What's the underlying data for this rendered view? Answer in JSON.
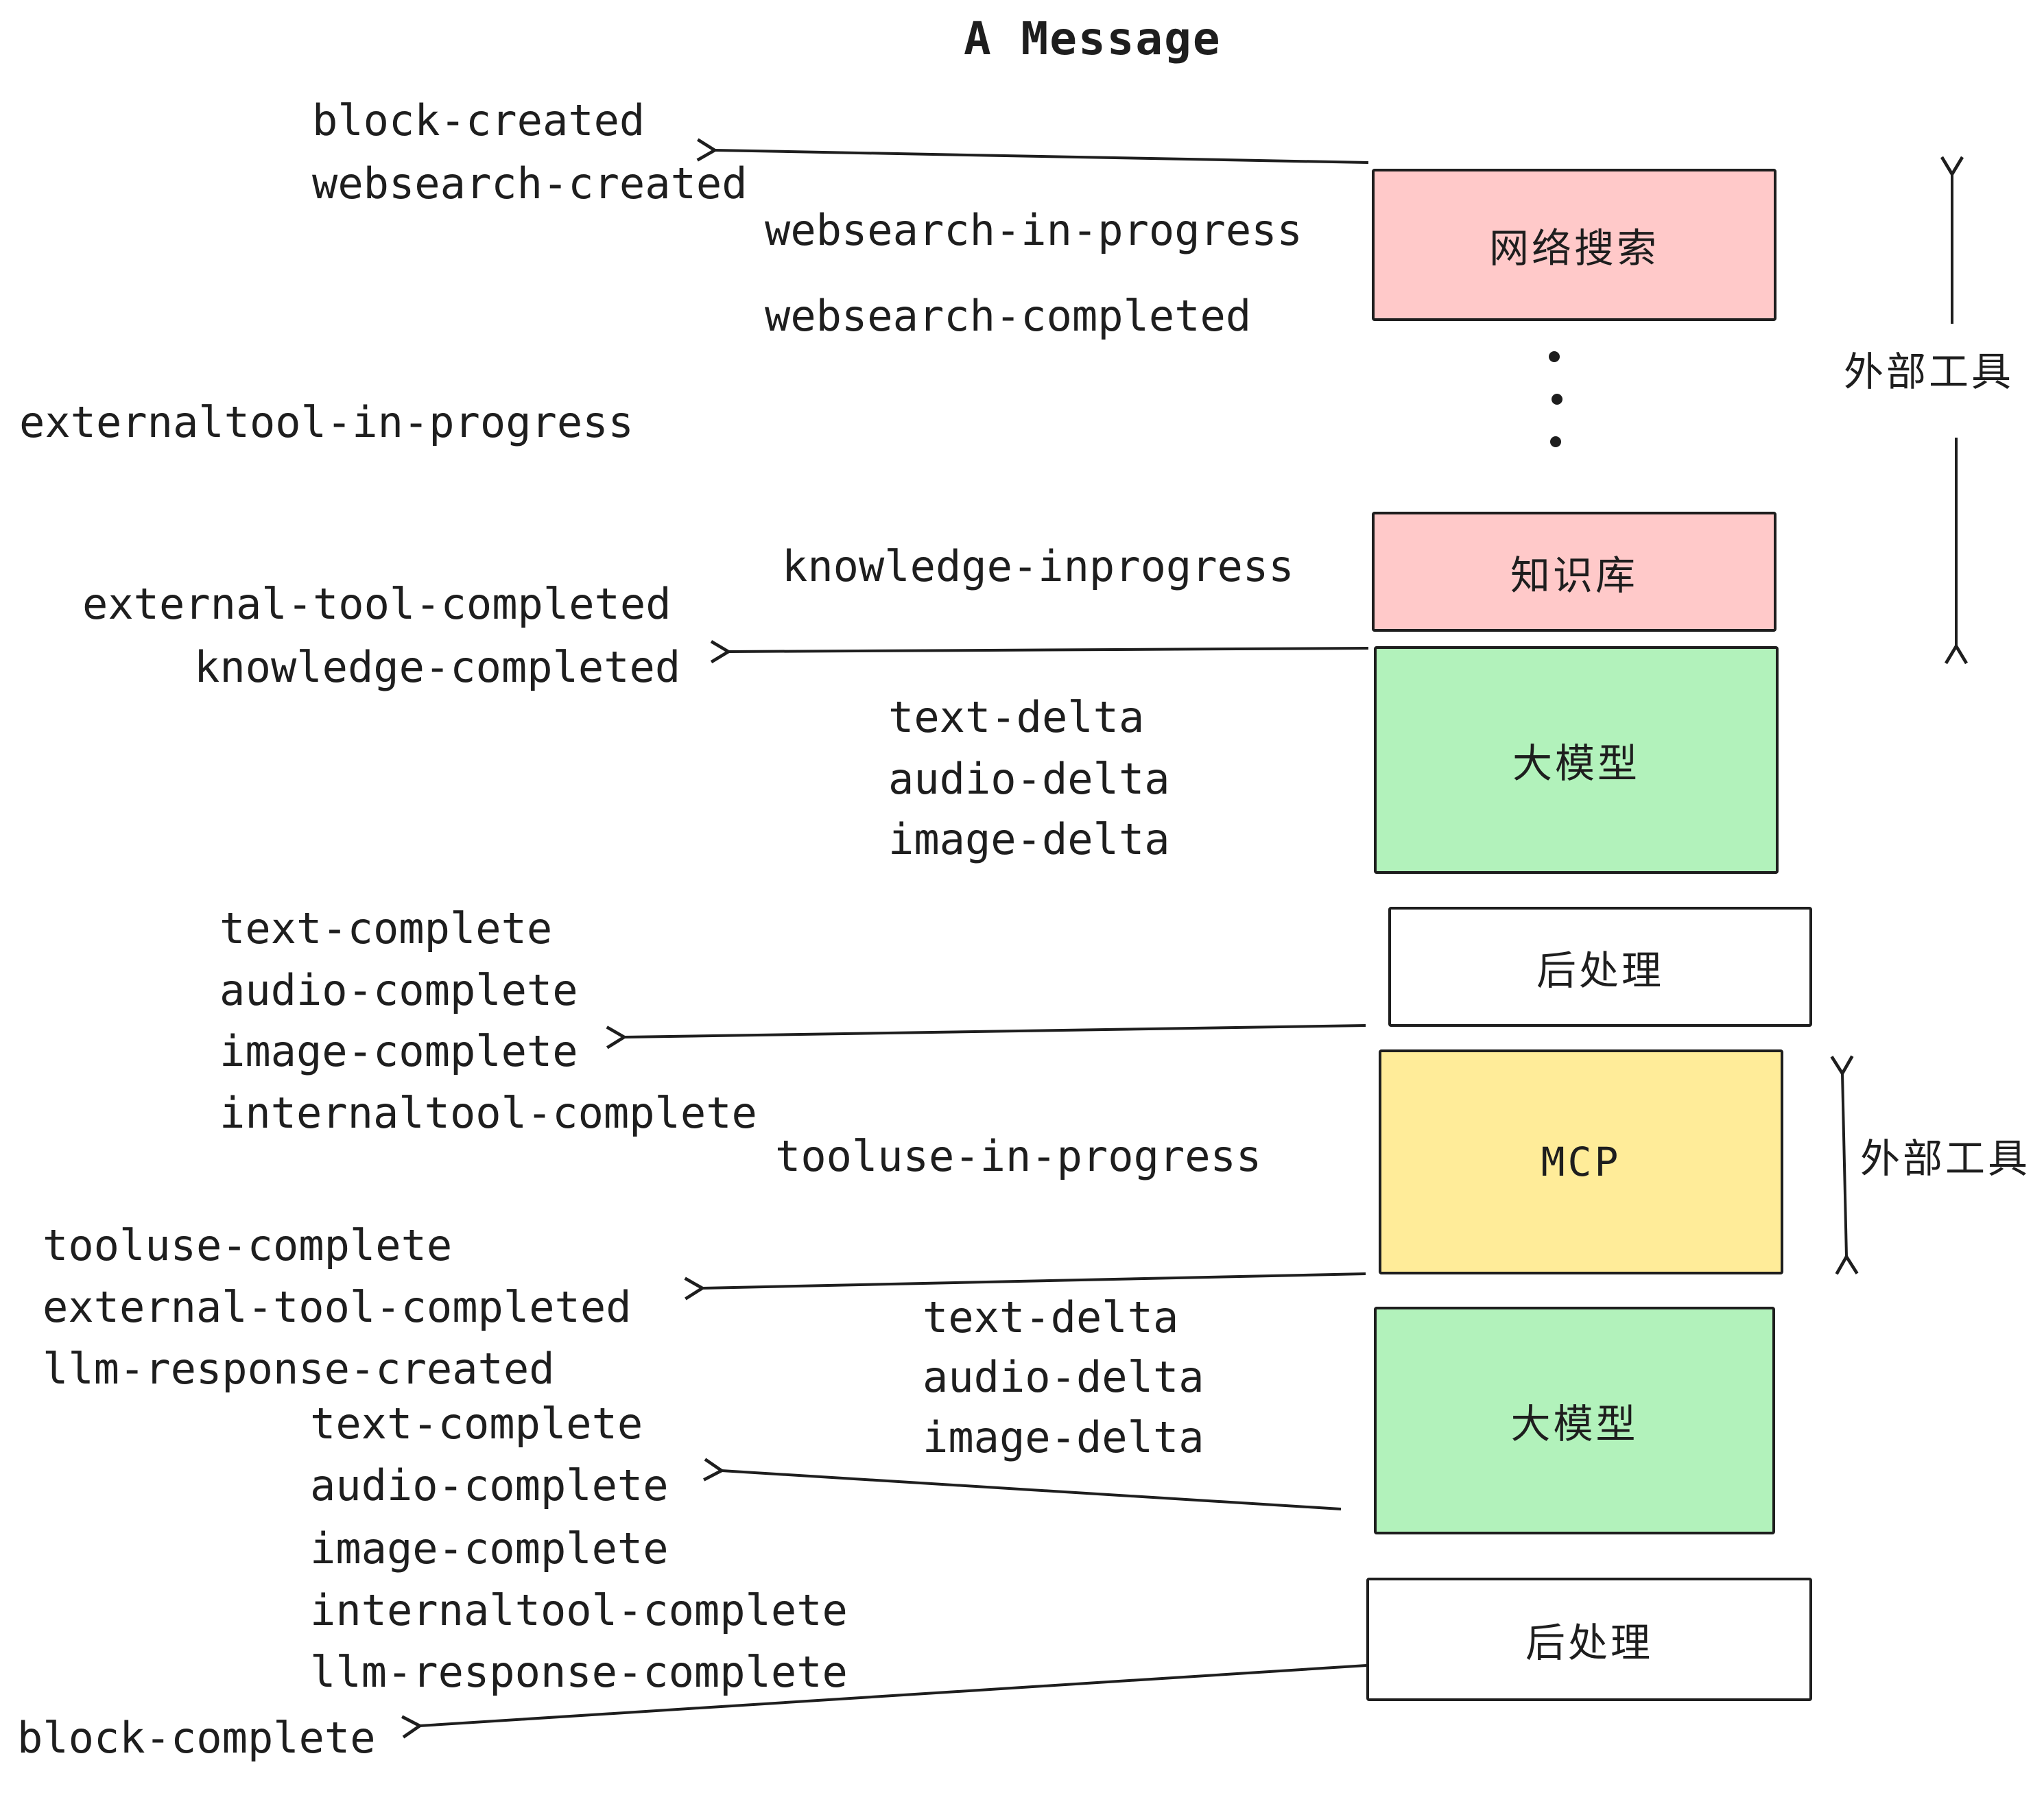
{
  "title": "A Message",
  "labels": {
    "block_created": "block-created",
    "websearch_created": "websearch-created",
    "websearch_in_progress": "websearch-in-progress",
    "websearch_completed": "websearch-completed",
    "externaltool_in_progress": "externaltool-in-progress",
    "knowledge_inprogress": "knowledge-inprogress",
    "external_tool_completed": "external-tool-completed",
    "knowledge_completed": "knowledge-completed",
    "text_delta": "text-delta",
    "audio_delta": "audio-delta",
    "image_delta": "image-delta",
    "text_complete": "text-complete",
    "audio_complete": "audio-complete",
    "image_complete": "image-complete",
    "internaltool_complete": "internaltool-complete",
    "tooluse_in_progress": "tooluse-in-progress",
    "tooluse_complete": "tooluse-complete",
    "llm_response_created": "llm-response-created",
    "llm_response_complete": "llm-response-complete",
    "block_complete": "block-complete"
  },
  "boxes": [
    {
      "id": "websearch",
      "label": "网络搜索",
      "fill": "#ffc9c9"
    },
    {
      "id": "knowledge",
      "label": "知识库",
      "fill": "#ffc9c9"
    },
    {
      "id": "llm-1",
      "label": "大模型",
      "fill": "#b2f2bb"
    },
    {
      "id": "postprocess-1",
      "label": "后处理",
      "fill": "#ffffff"
    },
    {
      "id": "mcp",
      "label": "MCP",
      "fill": "#ffec99"
    },
    {
      "id": "llm-2",
      "label": "大模型",
      "fill": "#b2f2bb"
    },
    {
      "id": "postprocess-2",
      "label": "后处理",
      "fill": "#ffffff"
    }
  ],
  "annotations": {
    "external_tools_top": "外部工具",
    "external_tools_bottom": "外部工具"
  },
  "colors": {
    "stroke": "#1e1e1e",
    "pink": "#ffc9c9",
    "green": "#b2f2bb",
    "yellow": "#ffec99"
  }
}
